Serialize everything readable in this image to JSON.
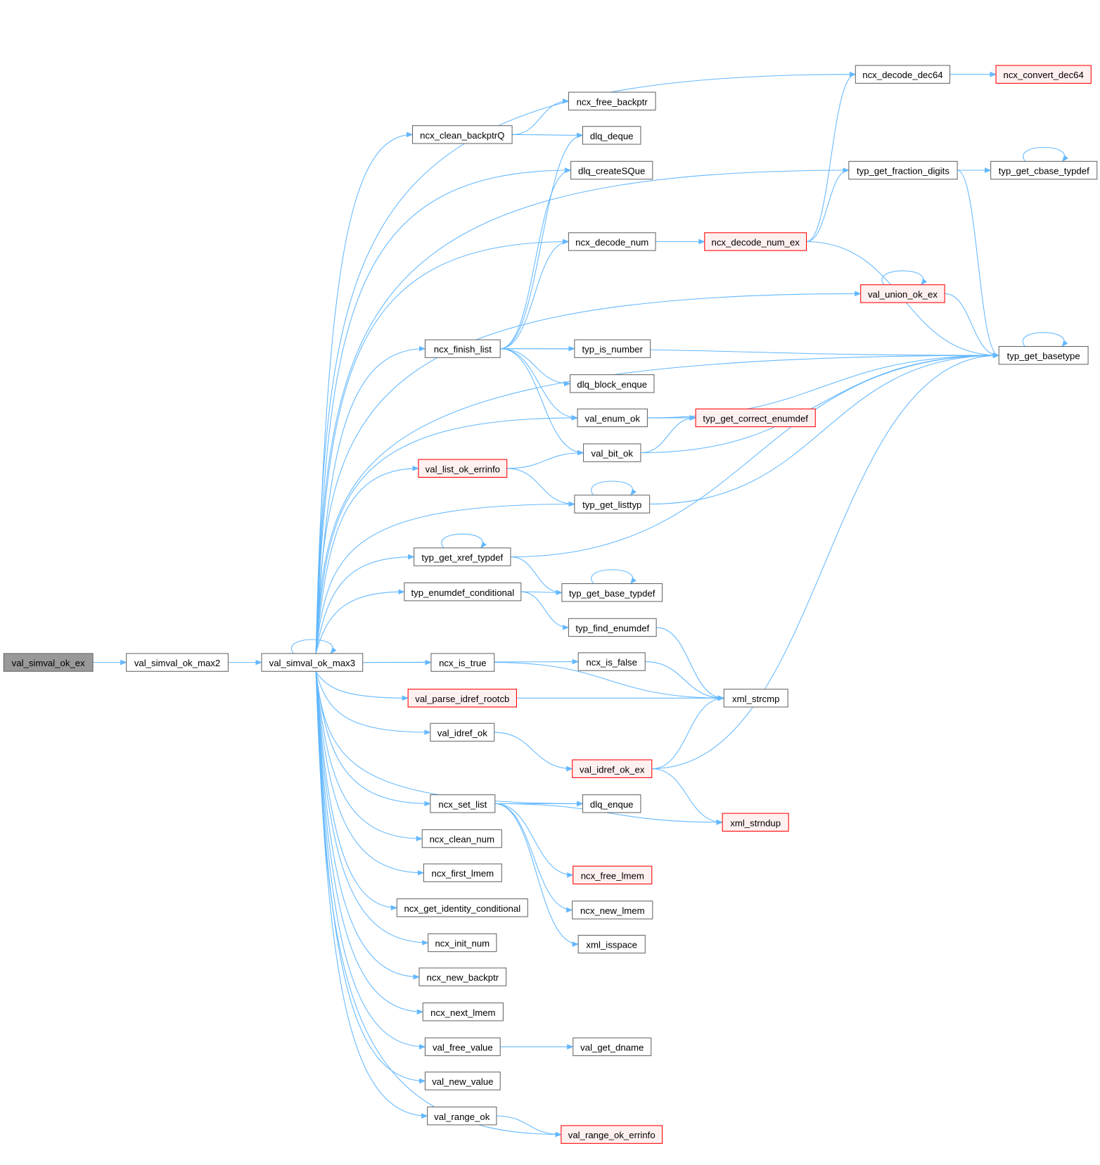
{
  "title": "val_simval_ok_ex call graph",
  "colors": {
    "edge": "#63b8ff",
    "root_fill": "#999999",
    "red_border": "#ff0000",
    "red_fill": "#fff0f0"
  },
  "nodes": [
    {
      "id": "val_simval_ok_ex",
      "label": "val_simval_ok_ex",
      "style": "root"
    },
    {
      "id": "val_simval_ok_max2",
      "label": "val_simval_ok_max2",
      "style": "normal"
    },
    {
      "id": "val_simval_ok_max3",
      "label": "val_simval_ok_max3",
      "style": "normal"
    },
    {
      "id": "ncx_clean_backptrQ",
      "label": "ncx_clean_backptrQ",
      "style": "normal"
    },
    {
      "id": "ncx_finish_list",
      "label": "ncx_finish_list",
      "style": "normal"
    },
    {
      "id": "val_list_ok_errinfo",
      "label": "val_list_ok_errinfo",
      "style": "red"
    },
    {
      "id": "typ_get_xref_typdef",
      "label": "typ_get_xref_typdef",
      "style": "normal"
    },
    {
      "id": "typ_enumdef_conditional",
      "label": "typ_enumdef_conditional",
      "style": "normal"
    },
    {
      "id": "ncx_is_true",
      "label": "ncx_is_true",
      "style": "normal"
    },
    {
      "id": "val_parse_idref_rootcb",
      "label": "val_parse_idref_rootcb",
      "style": "red"
    },
    {
      "id": "val_idref_ok",
      "label": "val_idref_ok",
      "style": "normal"
    },
    {
      "id": "ncx_set_list",
      "label": "ncx_set_list",
      "style": "normal"
    },
    {
      "id": "ncx_clean_num",
      "label": "ncx_clean_num",
      "style": "normal"
    },
    {
      "id": "ncx_first_lmem",
      "label": "ncx_first_lmem",
      "style": "normal"
    },
    {
      "id": "ncx_get_identity_conditional",
      "label": "ncx_get_identity_conditional",
      "style": "normal"
    },
    {
      "id": "ncx_init_num",
      "label": "ncx_init_num",
      "style": "normal"
    },
    {
      "id": "ncx_new_backptr",
      "label": "ncx_new_backptr",
      "style": "normal"
    },
    {
      "id": "ncx_next_lmem",
      "label": "ncx_next_lmem",
      "style": "normal"
    },
    {
      "id": "val_free_value",
      "label": "val_free_value",
      "style": "normal"
    },
    {
      "id": "val_new_value",
      "label": "val_new_value",
      "style": "normal"
    },
    {
      "id": "val_range_ok",
      "label": "val_range_ok",
      "style": "normal"
    },
    {
      "id": "ncx_free_backptr",
      "label": "ncx_free_backptr",
      "style": "normal"
    },
    {
      "id": "dlq_deque",
      "label": "dlq_deque",
      "style": "normal"
    },
    {
      "id": "dlq_createSQue",
      "label": "dlq_createSQue",
      "style": "normal"
    },
    {
      "id": "ncx_decode_num",
      "label": "ncx_decode_num",
      "style": "normal"
    },
    {
      "id": "typ_is_number",
      "label": "typ_is_number",
      "style": "normal"
    },
    {
      "id": "dlq_block_enque",
      "label": "dlq_block_enque",
      "style": "normal"
    },
    {
      "id": "val_enum_ok",
      "label": "val_enum_ok",
      "style": "normal"
    },
    {
      "id": "val_bit_ok",
      "label": "val_bit_ok",
      "style": "normal"
    },
    {
      "id": "typ_get_listtyp",
      "label": "typ_get_listtyp",
      "style": "normal"
    },
    {
      "id": "typ_get_base_typdef",
      "label": "typ_get_base_typdef",
      "style": "normal"
    },
    {
      "id": "typ_find_enumdef",
      "label": "typ_find_enumdef",
      "style": "normal"
    },
    {
      "id": "ncx_is_false",
      "label": "ncx_is_false",
      "style": "normal"
    },
    {
      "id": "val_idref_ok_ex",
      "label": "val_idref_ok_ex",
      "style": "red"
    },
    {
      "id": "dlq_enque",
      "label": "dlq_enque",
      "style": "normal"
    },
    {
      "id": "ncx_free_lmem",
      "label": "ncx_free_lmem",
      "style": "red"
    },
    {
      "id": "ncx_new_lmem",
      "label": "ncx_new_lmem",
      "style": "normal"
    },
    {
      "id": "xml_isspace",
      "label": "xml_isspace",
      "style": "normal"
    },
    {
      "id": "val_get_dname",
      "label": "val_get_dname",
      "style": "normal"
    },
    {
      "id": "val_range_ok_errinfo",
      "label": "val_range_ok_errinfo",
      "style": "red"
    },
    {
      "id": "ncx_decode_dec64",
      "label": "ncx_decode_dec64",
      "style": "normal"
    },
    {
      "id": "typ_get_fraction_digits",
      "label": "typ_get_fraction_digits",
      "style": "normal"
    },
    {
      "id": "ncx_decode_num_ex",
      "label": "ncx_decode_num_ex",
      "style": "red"
    },
    {
      "id": "val_union_ok_ex",
      "label": "val_union_ok_ex",
      "style": "red"
    },
    {
      "id": "typ_get_correct_enumdef",
      "label": "typ_get_correct_enumdef",
      "style": "red"
    },
    {
      "id": "xml_strcmp",
      "label": "xml_strcmp",
      "style": "normal"
    },
    {
      "id": "xml_strndup",
      "label": "xml_strndup",
      "style": "red"
    },
    {
      "id": "ncx_convert_dec64",
      "label": "ncx_convert_dec64",
      "style": "red"
    },
    {
      "id": "typ_get_cbase_typdef",
      "label": "typ_get_cbase_typdef",
      "style": "normal"
    },
    {
      "id": "typ_get_basetype",
      "label": "typ_get_basetype",
      "style": "normal"
    }
  ],
  "edges": [
    [
      "val_simval_ok_ex",
      "val_simval_ok_max2"
    ],
    [
      "val_simval_ok_max2",
      "val_simval_ok_max3"
    ],
    [
      "val_simval_ok_max3",
      "ncx_decode_dec64"
    ],
    [
      "val_simval_ok_max3",
      "typ_get_fraction_digits"
    ],
    [
      "val_simval_ok_max3",
      "ncx_clean_backptrQ"
    ],
    [
      "val_simval_ok_max3",
      "dlq_createSQue"
    ],
    [
      "val_simval_ok_max3",
      "typ_get_basetype"
    ],
    [
      "val_simval_ok_max3",
      "ncx_decode_num"
    ],
    [
      "val_simval_ok_max3",
      "val_union_ok_ex"
    ],
    [
      "val_simval_ok_max3",
      "ncx_finish_list"
    ],
    [
      "val_simval_ok_max3",
      "val_enum_ok"
    ],
    [
      "val_simval_ok_max3",
      "val_list_ok_errinfo"
    ],
    [
      "val_simval_ok_max3",
      "typ_get_listtyp"
    ],
    [
      "val_simval_ok_max3",
      "typ_get_xref_typdef"
    ],
    [
      "val_simval_ok_max3",
      "typ_enumdef_conditional"
    ],
    [
      "val_simval_ok_max3",
      "val_simval_ok_max3"
    ],
    [
      "val_simval_ok_max3",
      "ncx_is_false"
    ],
    [
      "val_simval_ok_max3",
      "ncx_is_true"
    ],
    [
      "val_simval_ok_max3",
      "val_parse_idref_rootcb"
    ],
    [
      "val_simval_ok_max3",
      "val_idref_ok"
    ],
    [
      "val_simval_ok_max3",
      "dlq_enque"
    ],
    [
      "val_simval_ok_max3",
      "ncx_set_list"
    ],
    [
      "val_simval_ok_max3",
      "ncx_clean_num"
    ],
    [
      "val_simval_ok_max3",
      "ncx_first_lmem"
    ],
    [
      "val_simval_ok_max3",
      "ncx_get_identity_conditional"
    ],
    [
      "val_simval_ok_max3",
      "ncx_init_num"
    ],
    [
      "val_simval_ok_max3",
      "ncx_new_backptr"
    ],
    [
      "val_simval_ok_max3",
      "ncx_next_lmem"
    ],
    [
      "val_simval_ok_max3",
      "val_free_value"
    ],
    [
      "val_simval_ok_max3",
      "val_new_value"
    ],
    [
      "val_simval_ok_max3",
      "val_range_ok"
    ],
    [
      "val_simval_ok_max3",
      "val_range_ok_errinfo"
    ],
    [
      "ncx_clean_backptrQ",
      "ncx_free_backptr"
    ],
    [
      "ncx_clean_backptrQ",
      "dlq_deque"
    ],
    [
      "ncx_finish_list",
      "dlq_deque"
    ],
    [
      "ncx_finish_list",
      "dlq_createSQue"
    ],
    [
      "ncx_finish_list",
      "ncx_decode_num"
    ],
    [
      "ncx_finish_list",
      "typ_get_basetype"
    ],
    [
      "ncx_finish_list",
      "typ_is_number"
    ],
    [
      "ncx_finish_list",
      "dlq_block_enque"
    ],
    [
      "ncx_finish_list",
      "val_enum_ok"
    ],
    [
      "ncx_finish_list",
      "val_bit_ok"
    ],
    [
      "ncx_decode_num",
      "ncx_decode_num_ex"
    ],
    [
      "ncx_decode_num_ex",
      "ncx_decode_dec64"
    ],
    [
      "ncx_decode_num_ex",
      "typ_get_fraction_digits"
    ],
    [
      "ncx_decode_num_ex",
      "typ_get_basetype"
    ],
    [
      "ncx_decode_dec64",
      "ncx_convert_dec64"
    ],
    [
      "typ_get_fraction_digits",
      "typ_get_cbase_typdef"
    ],
    [
      "typ_get_fraction_digits",
      "typ_get_basetype"
    ],
    [
      "typ_get_cbase_typdef",
      "typ_get_cbase_typdef"
    ],
    [
      "val_union_ok_ex",
      "typ_get_basetype"
    ],
    [
      "val_union_ok_ex",
      "val_union_ok_ex"
    ],
    [
      "typ_get_basetype",
      "typ_get_basetype"
    ],
    [
      "val_enum_ok",
      "typ_get_correct_enumdef"
    ],
    [
      "val_enum_ok",
      "typ_get_basetype"
    ],
    [
      "val_bit_ok",
      "typ_get_correct_enumdef"
    ],
    [
      "val_bit_ok",
      "typ_get_basetype"
    ],
    [
      "val_list_ok_errinfo",
      "val_bit_ok"
    ],
    [
      "val_list_ok_errinfo",
      "typ_get_listtyp"
    ],
    [
      "typ_get_listtyp",
      "typ_get_basetype"
    ],
    [
      "typ_get_listtyp",
      "typ_get_listtyp"
    ],
    [
      "typ_get_xref_typdef",
      "typ_get_basetype"
    ],
    [
      "typ_get_xref_typdef",
      "typ_get_base_typdef"
    ],
    [
      "typ_get_xref_typdef",
      "typ_get_xref_typdef"
    ],
    [
      "typ_get_base_typdef",
      "typ_get_base_typdef"
    ],
    [
      "typ_enumdef_conditional",
      "typ_get_base_typdef"
    ],
    [
      "typ_enumdef_conditional",
      "typ_find_enumdef"
    ],
    [
      "typ_find_enumdef",
      "xml_strcmp"
    ],
    [
      "ncx_is_false",
      "xml_strcmp"
    ],
    [
      "ncx_is_true",
      "xml_strcmp"
    ],
    [
      "val_parse_idref_rootcb",
      "xml_strcmp"
    ],
    [
      "val_idref_ok",
      "val_idref_ok_ex"
    ],
    [
      "val_idref_ok_ex",
      "xml_strcmp"
    ],
    [
      "val_idref_ok_ex",
      "typ_get_basetype"
    ],
    [
      "val_idref_ok_ex",
      "xml_strndup"
    ],
    [
      "ncx_set_list",
      "dlq_enque"
    ],
    [
      "ncx_set_list",
      "xml_strndup"
    ],
    [
      "ncx_set_list",
      "ncx_free_lmem"
    ],
    [
      "ncx_set_list",
      "ncx_new_lmem"
    ],
    [
      "ncx_set_list",
      "xml_isspace"
    ],
    [
      "val_free_value",
      "val_get_dname"
    ],
    [
      "val_range_ok",
      "val_range_ok_errinfo"
    ]
  ]
}
